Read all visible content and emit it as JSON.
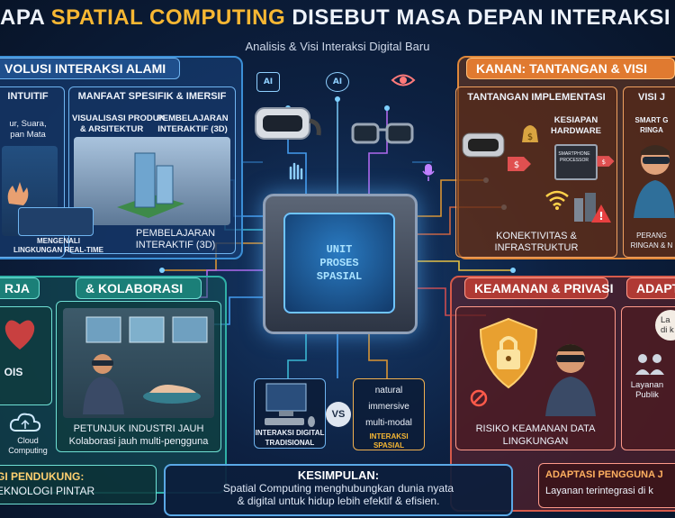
{
  "title": {
    "prefix": "APA ",
    "highlight": "SPATIAL COMPUTING",
    "suffix": " DISEBUT MASA DEPAN INTERAKSI DI"
  },
  "subtitle": "Analisis & Visi Interaksi Digital Baru",
  "top_icons": {
    "ai_badge_1": "AI",
    "ai_badge_2": "AI"
  },
  "evolution_panel": {
    "header": "VOLUSI INTERAKSI ALAMI",
    "intuitive": {
      "title": "INTUITIF",
      "text_1": "ur, Suara,",
      "text_2": "pan Mata"
    },
    "benefits": {
      "title": "MANFAAT SPESIFIK & IMERSIF",
      "item_1_a": "VISUALISASI PRODUK",
      "item_1_b": "& ARSITEKTUR",
      "item_2_a": "PEMBELAJARAN",
      "item_2_b": "INTERAKTIF (3D)",
      "caption_a": "PEMBELAJARAN",
      "caption_b": "INTERAKTIF (3D)"
    },
    "env_label_a": "MENGENALI",
    "env_label_b": "LINGKUNGAN REAL-TIME"
  },
  "right_panel": {
    "header": "KANAN: TANTANGAN & VISI",
    "challenges": {
      "title": "TANTANGAN IMPLEMENTASI",
      "hw_a": "KESIAPAN",
      "hw_b": "HARDWARE",
      "chip_label_a": "SMARTPHONE",
      "chip_label_b": "PROCESSOR",
      "conn_a": "KONEKTIVITAS &",
      "conn_b": "INFRASTRUKTUR"
    },
    "vision": {
      "title": "VISI J",
      "smart_a": "SMART G",
      "smart_b": "RINGA",
      "device_a": "PERANG",
      "device_b": "RINGAN & N"
    }
  },
  "work_panel": {
    "header_left": "RJA",
    "header_right": "& KOLABORASI",
    "ois": "OIS",
    "industry": {
      "title": "PETUNJUK INDUSTRI JAUH",
      "subtitle": "Kolaborasi jauh multi-pengguna"
    },
    "cloud_a": "Cloud",
    "cloud_b": "Computing",
    "support": {
      "line_1": "GI PENDUKUNG:",
      "line_2": "EKNOLOGI PINTAR"
    }
  },
  "center": {
    "chip": {
      "line_1": "UNIT",
      "line_2": "PROSES",
      "line_3": "SPASIAL"
    },
    "traditional_a": "INTERAKSI DIGITAL",
    "traditional_b": "TRADISIONAL",
    "vs": "VS",
    "traits": [
      "natural",
      "immersive",
      "multi-modal"
    ],
    "spatial_a": "INTERAKSI",
    "spatial_b": "SPASIAL"
  },
  "security_panel": {
    "header": "KEAMANAN & PRIVASI",
    "adapt_header": "ADAPT",
    "risk_a": "RISIKO KEAMANAN DATA",
    "risk_b": "LINGKUNGAN",
    "bubble_a": "La",
    "bubble_b": "di k",
    "service_a": "Layanan",
    "service_b": "Publik",
    "adapt_title": "ADAPTASI PENGGUNA J",
    "adapt_text": "Layanan terintegrasi di k"
  },
  "conclusion": {
    "title": "KESIMPULAN:",
    "line_1": "Spatial Computing menghubungkan dunia nyata",
    "line_2": "& digital untuk hidup lebih efektif & efisien."
  },
  "colors": {
    "accent_gold": "#f7b733",
    "blue": "#3c8fd6",
    "orange": "#e0883a",
    "teal": "#2fb0a6",
    "red": "#d65a4a"
  }
}
